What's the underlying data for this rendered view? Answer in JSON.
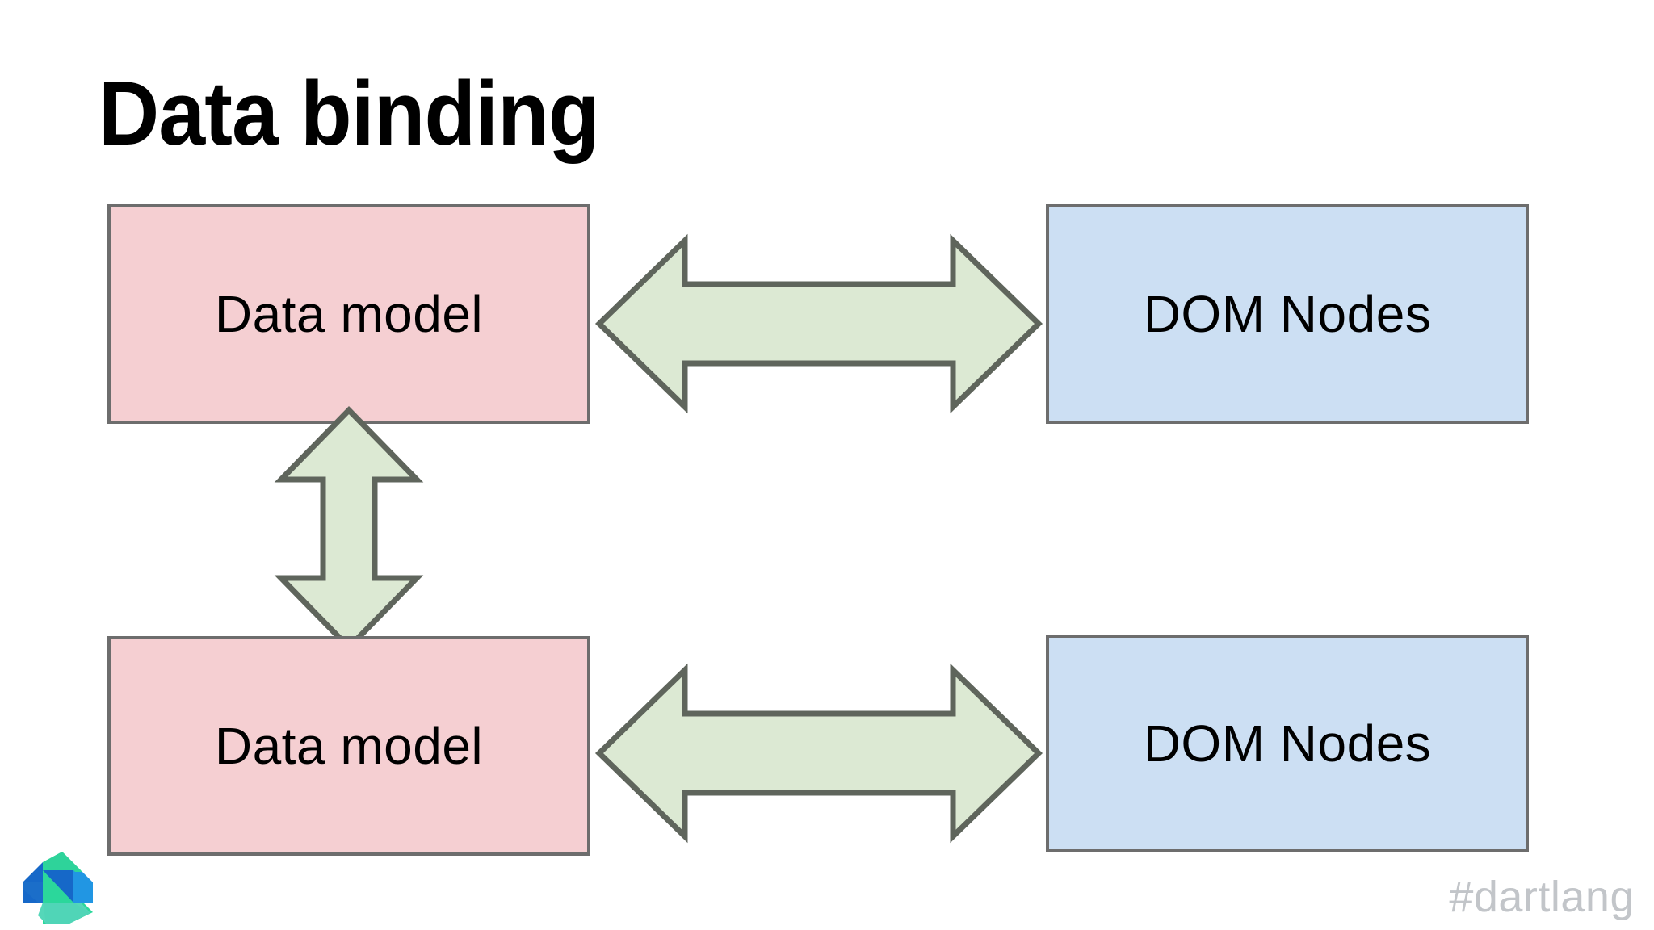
{
  "slide": {
    "title": "Data binding",
    "background_color": "#ffffff",
    "footer_tag": "#dartlang",
    "footer_tag_color": "#c2c5c9",
    "logo_name": "dart-logo"
  },
  "palette": {
    "box_model_fill": "#f5cfd2",
    "box_dom_fill": "#ccdff3",
    "box_border": "#6d6d6d",
    "arrow_fill": "#dce9d3",
    "arrow_border": "#5f655c",
    "title_color": "#000000",
    "label_color": "#000000"
  },
  "diagram": {
    "type": "block-diagram",
    "rows": [
      {
        "id": "row-top",
        "left_box": {
          "label": "Data model",
          "kind": "data-model",
          "fill": "#f5cfd2"
        },
        "right_box": {
          "label": "DOM Nodes",
          "kind": "dom-nodes",
          "fill": "#ccdff3"
        },
        "connector": {
          "kind": "double-arrow",
          "orientation": "horizontal",
          "fill": "#dce9d3"
        }
      },
      {
        "id": "row-bottom",
        "left_box": {
          "label": "Data model",
          "kind": "data-model",
          "fill": "#f5cfd2"
        },
        "right_box": {
          "label": "DOM Nodes",
          "kind": "dom-nodes",
          "fill": "#ccdff3"
        },
        "connector": {
          "kind": "double-arrow",
          "orientation": "horizontal",
          "fill": "#dce9d3"
        }
      }
    ],
    "vertical_connector": {
      "kind": "double-arrow",
      "orientation": "vertical",
      "fill": "#dce9d3",
      "connects": [
        "row-top.left_box",
        "row-bottom.left_box"
      ]
    }
  }
}
